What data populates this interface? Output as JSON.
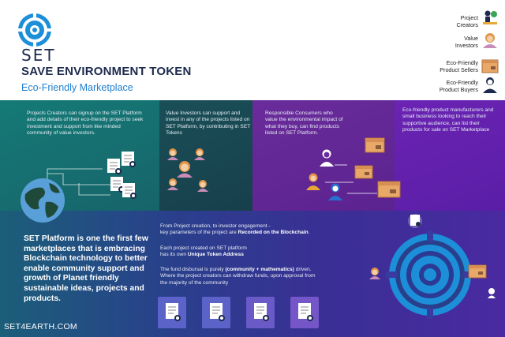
{
  "header": {
    "logo_text": "SET",
    "title": "SAVE ENVIRONMENT TOKEN",
    "subtitle": "Eco-Friendly Marketplace"
  },
  "legend": [
    {
      "line1": "Project",
      "line2": "Creators",
      "icon": "project-creator-icon"
    },
    {
      "line1": "Value",
      "line2": "Investors",
      "icon": "investor-icon"
    },
    {
      "line1": "Eco-Friendly",
      "line2": "Product Sellers",
      "icon": "product-box-icon"
    },
    {
      "line1": "Eco-Friendly",
      "line2": "Product Buyers",
      "icon": "buyer-icon"
    }
  ],
  "panels": {
    "creators": "Projects Creators can signup on the SET Platform and add details of their eco-friendly project to seek investment and support from like minded community of value investors.",
    "investors": "Value Investors can support and invest in any of the projects listed on SET Platform, by contributing in SET Tokens",
    "consumers": "Responsible Consumers who value the environmental impact of what they buy, can find products listed on SET Platform.",
    "sellers": "Eco-friendly product manufacturers and small business looking to reach their supportive audience, can list their products for sale on SET Marketplace"
  },
  "platform": {
    "statement": "SET Platform is one the first few marketplaces that is embracing Blockchain technology to better enable community support and growth of Planet friendly sustainable ideas, projects and products.",
    "site": "SET4EARTH.COM"
  },
  "blockchain": {
    "m1_a": "From Project creation, to investor engagement -",
    "m1_b": "key parameters of the project are ",
    "m1_bold": "Recorded on the Blockchain",
    "m1_end": ".",
    "m2_a": "Each project created on SET platform",
    "m2_b": "has its own ",
    "m2_bold": "Unique Token Address",
    "m3_a": "The fund disbursal is purely ",
    "m3_bold": "(community + mathematics)",
    "m3_b": " driven.",
    "m3_c": "Where the project creators can withdraw funds, upon approval from",
    "m3_d": "the majority of the community"
  },
  "colors": {
    "navy": "#1d2a4d",
    "accent_blue": "#1f7fd0",
    "teal": "#157a76",
    "purple": "#5b2390",
    "box_orange": "#e8a868"
  }
}
